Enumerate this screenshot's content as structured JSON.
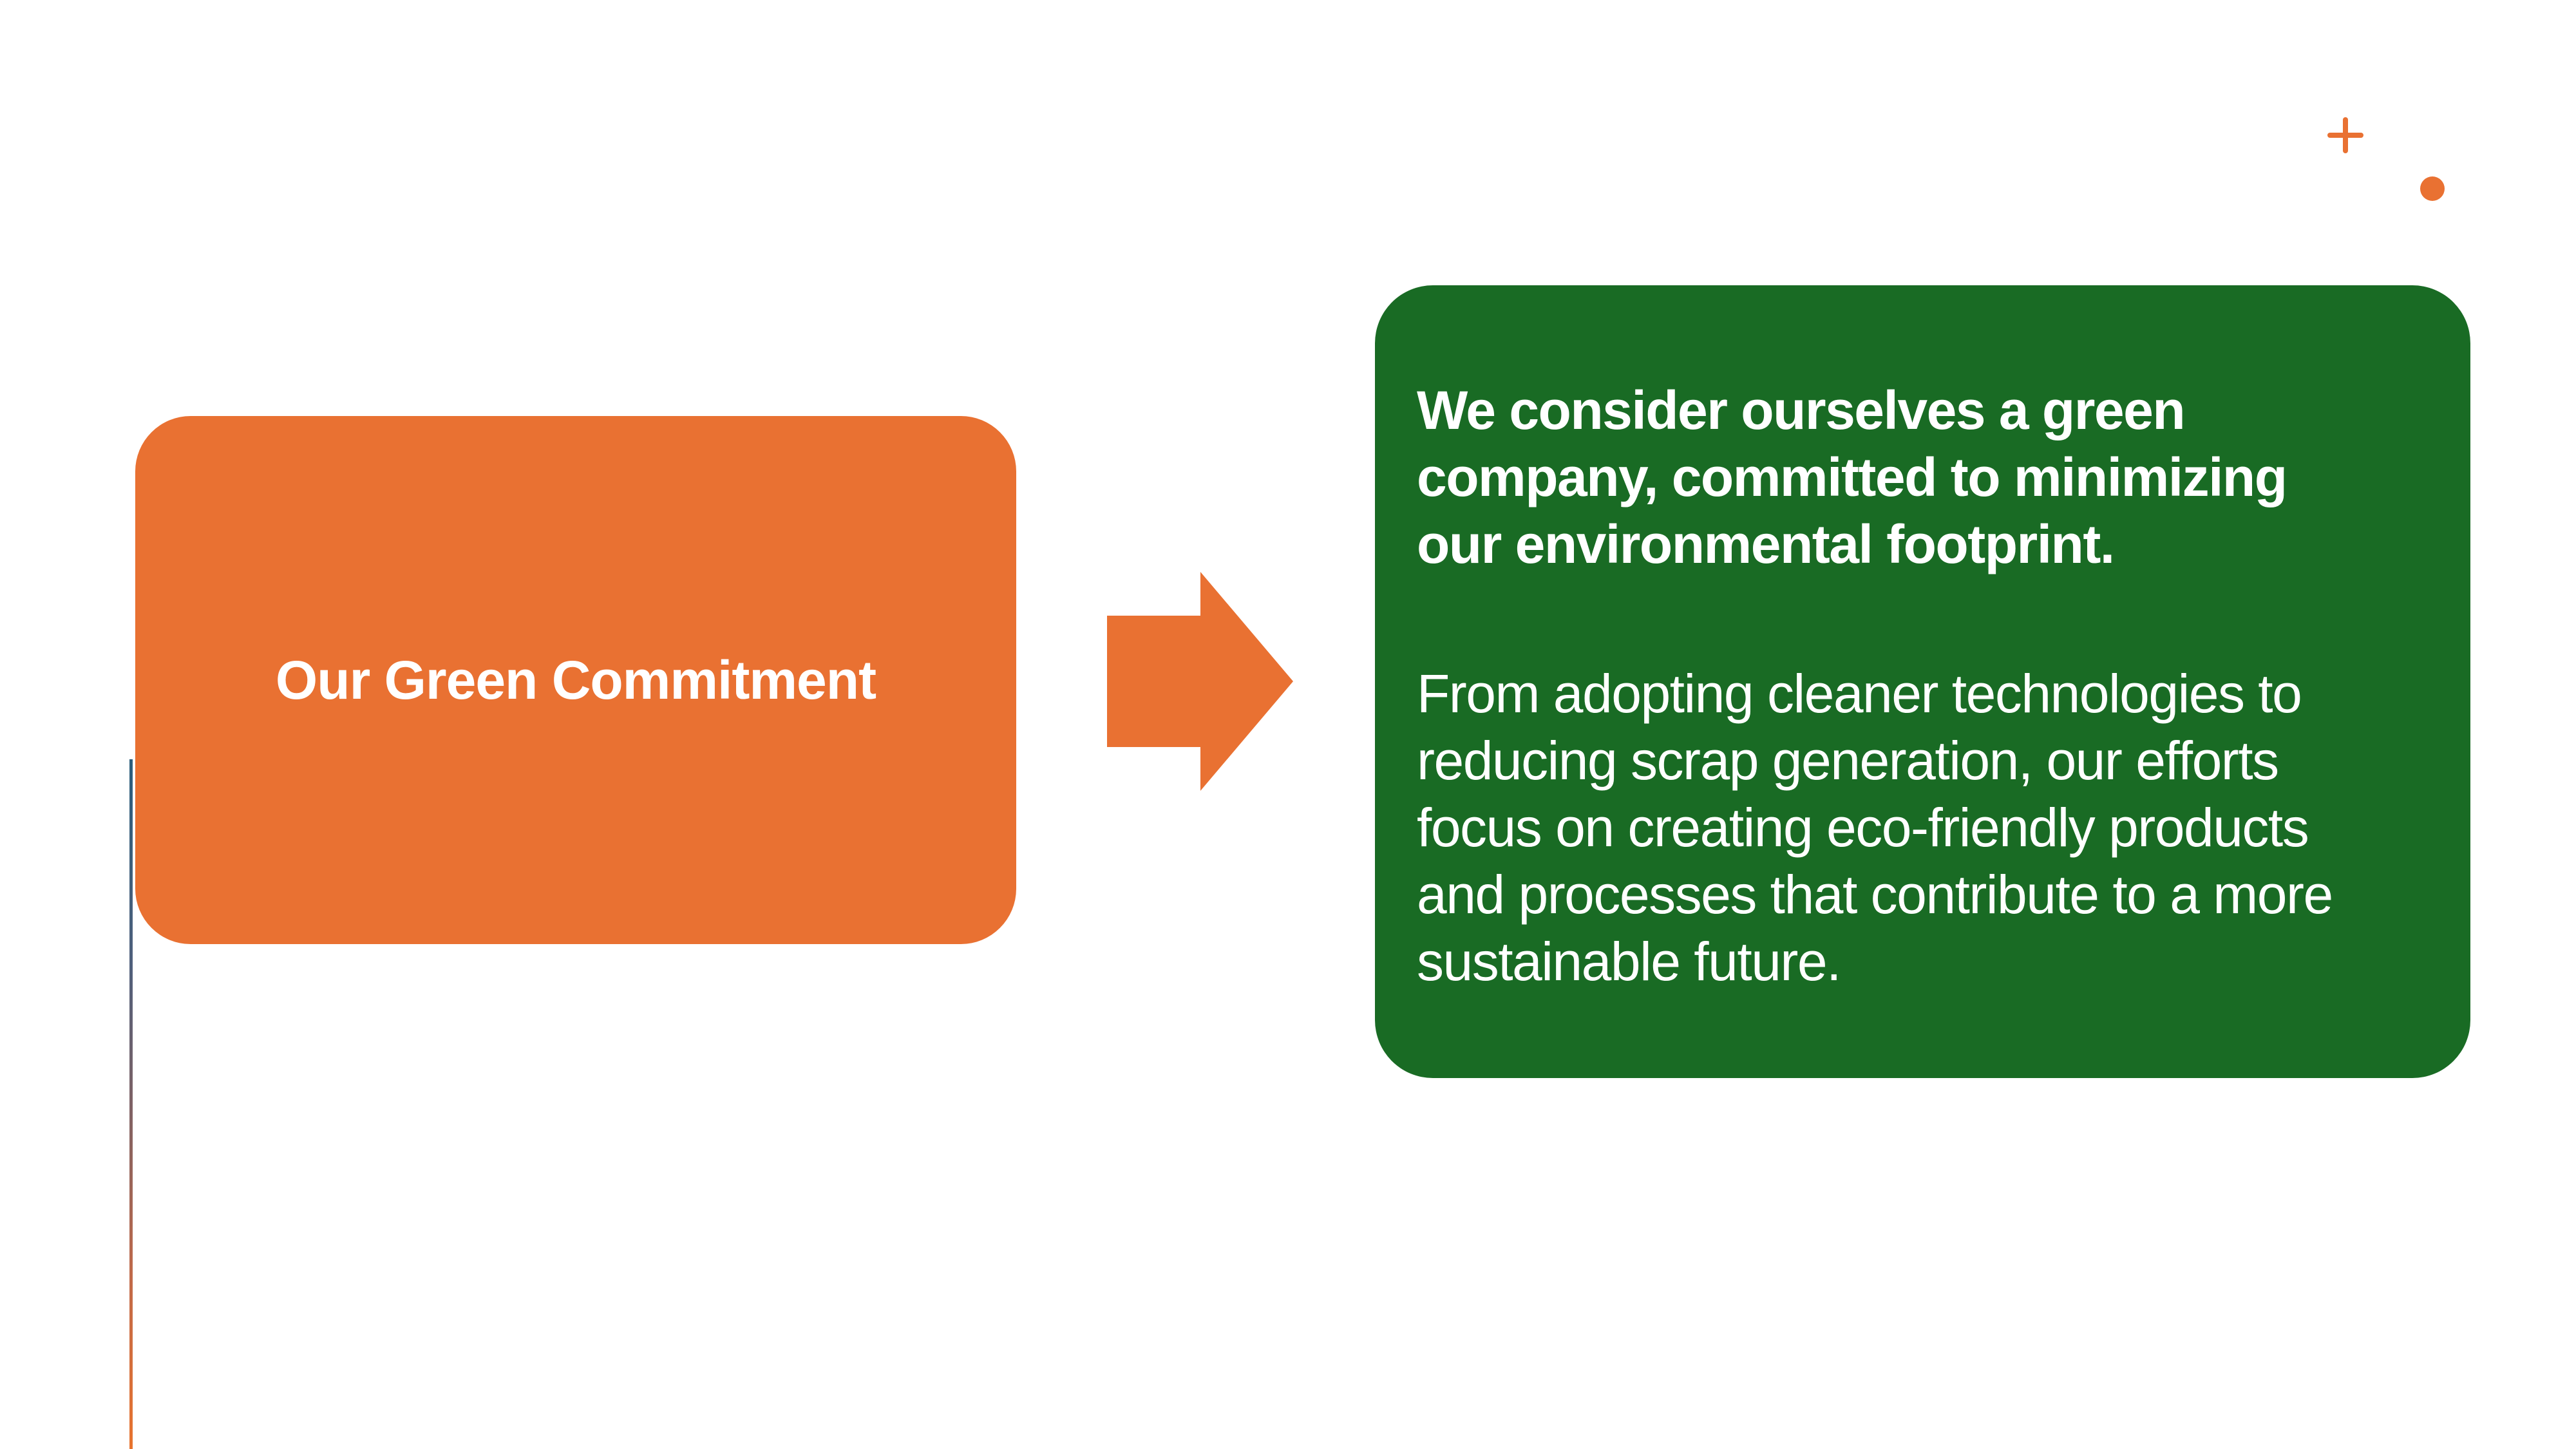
{
  "slide": {
    "theme": {
      "orange": "#E97132",
      "green": "#196B24",
      "text_on_color": "#FFFFFF",
      "line_gradient_top": "#2B5F7D",
      "line_gradient_bottom": "#E8742F"
    },
    "title_box": {
      "label": "Our Green Commitment"
    },
    "arrow": {
      "icon": "arrow-right-icon",
      "direction": "right"
    },
    "description_box": {
      "paragraph_bold": {
        "lines": [
          "We consider ourselves a green",
          "company, committed to minimizing",
          "our environmental footprint."
        ]
      },
      "paragraph_regular": {
        "lines": [
          "From adopting cleaner technologies to",
          "reducing scrap generation, our efforts",
          "focus on creating eco-friendly products",
          "and processes that contribute to a more",
          "sustainable future."
        ]
      }
    },
    "decorations": {
      "plus": "plus-icon",
      "dot": "dot-icon",
      "accent_line": "accent-line"
    }
  }
}
